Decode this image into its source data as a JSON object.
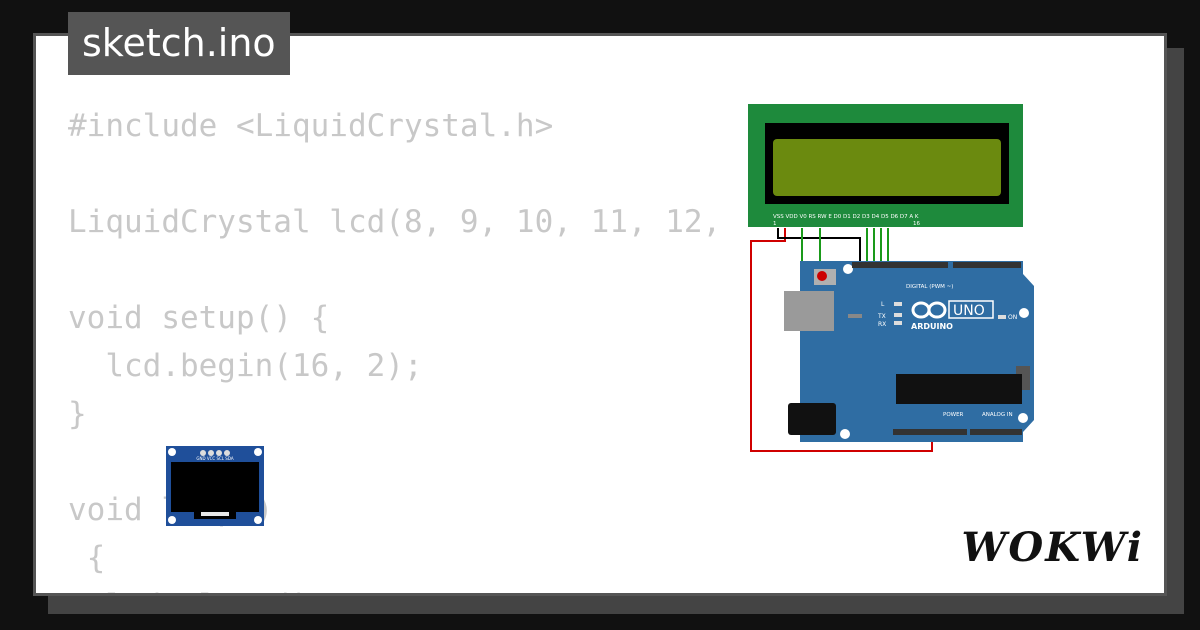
{
  "window": {
    "filename": "sketch.ino"
  },
  "code": {
    "lines": [
      "#include <LiquidCrystal.h>",
      "",
      "LiquidCrystal lcd(8, 9, 10, 11, 12,",
      "",
      "void setup() {",
      "  lcd.begin(16, 2);",
      "}",
      "",
      "void loop()",
      " {",
      "  lcd.clear();"
    ]
  },
  "lcd": {
    "pin_labels": "VSS VDD V0 RS RW E D0 D1 D2 D3 D4 D5 D6 D7 A K",
    "pin_first": "1",
    "pin_last": "16"
  },
  "arduino": {
    "brand": "ARDUINO",
    "model": "UNO",
    "digital_label": "DIGITAL (PWM ~)",
    "power_label": "POWER",
    "analog_label": "ANALOG IN",
    "led_l": "L",
    "led_tx": "TX",
    "led_rx": "RX",
    "led_on": "ON"
  },
  "oled": {
    "pin_labels": "GND VCC SCL SDA"
  },
  "brand": {
    "logo": "WOKWi"
  },
  "colors": {
    "background": "#111111",
    "card": "#ffffff",
    "badge": "#555555",
    "code_text": "#c8c8c8",
    "lcd_pcb": "#1e8a3c",
    "lcd_screen": "#6b8a0f",
    "arduino_board": "#2f6da3",
    "wire_green": "#1a9a1a",
    "wire_red": "#d00000"
  }
}
